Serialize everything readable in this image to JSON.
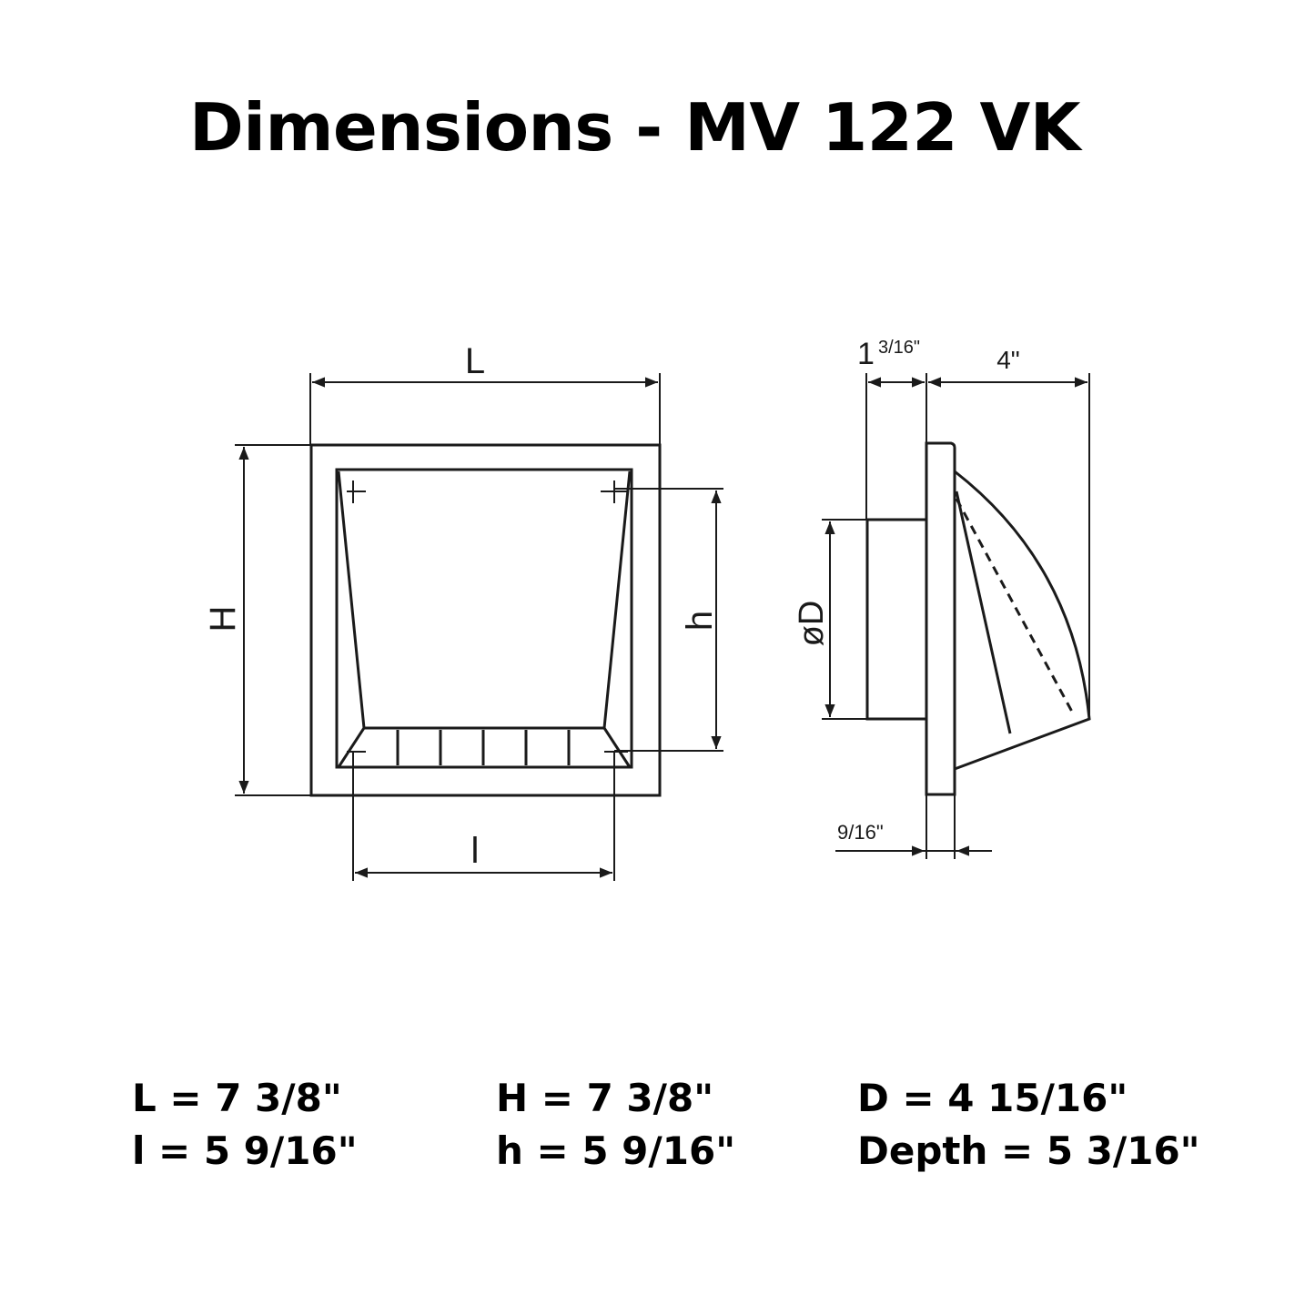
{
  "title": "Dimensions - MV 122 VK",
  "drawing": {
    "front_view": {
      "labels": {
        "L": "L",
        "H": "H",
        "l": "l",
        "h": "h"
      }
    },
    "side_view": {
      "labels": {
        "D": "øD",
        "flange_offset": "1 3/16\"",
        "flange_offset_whole": "1",
        "flange_offset_frac": "3/16\"",
        "hood_depth": "4\"",
        "flange_thickness": "9/16\""
      }
    }
  },
  "specs": {
    "columns": [
      {
        "rows": [
          {
            "label": "L = 7 3/8\""
          },
          {
            "label": "l = 5 9/16\""
          }
        ]
      },
      {
        "rows": [
          {
            "label": "H = 7 3/8\""
          },
          {
            "label": "h = 5 9/16\""
          }
        ]
      },
      {
        "rows": [
          {
            "label": "D = 4 15/16\""
          },
          {
            "label": "Depth = 5 3/16\""
          }
        ]
      }
    ]
  },
  "colors": {
    "line": "#1a1a1a",
    "background": "#ffffff",
    "text": "#000000"
  }
}
